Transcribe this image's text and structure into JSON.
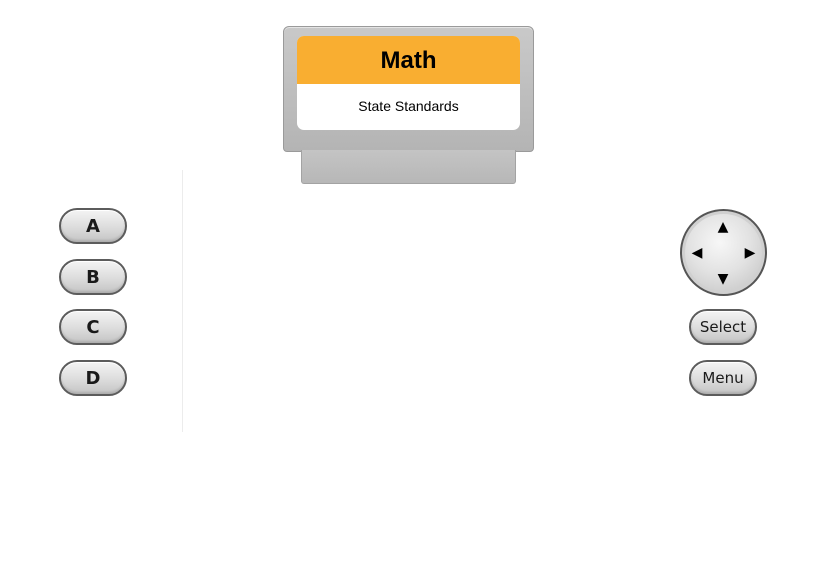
{
  "cartridge": {
    "title": "Math",
    "subtitle": "State Standards",
    "label_color": "#f9ae31"
  },
  "answer_buttons": {
    "a": "A",
    "b": "B",
    "c": "C",
    "d": "D"
  },
  "dpad": {
    "up": "▲",
    "down": "▼",
    "left": "◀",
    "right": "▶"
  },
  "controls": {
    "select": "Select",
    "menu": "Menu"
  }
}
